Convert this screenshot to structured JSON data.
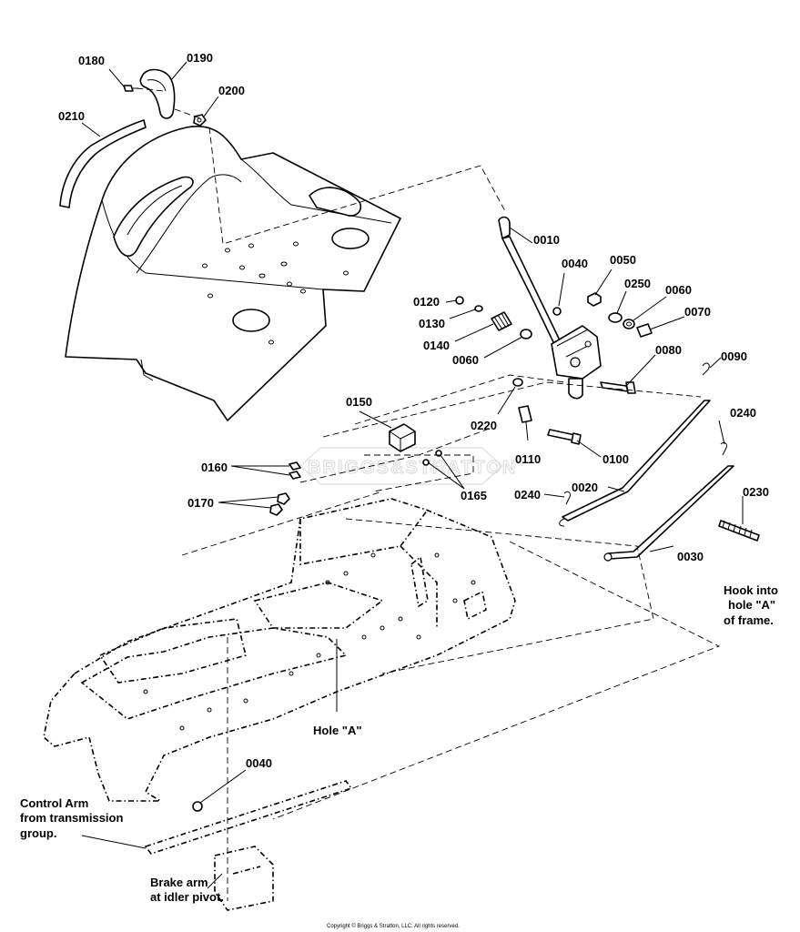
{
  "labels": {
    "p0180": "0180",
    "p0190": "0190",
    "p0200": "0200",
    "p0210": "0210",
    "p0010": "0010",
    "p0040a": "0040",
    "p0050": "0050",
    "p0250": "0250",
    "p0060a": "0060",
    "p0070": "0070",
    "p0120": "0120",
    "p0130": "0130",
    "p0140": "0140",
    "p0060b": "0060",
    "p0080": "0080",
    "p0090": "0090",
    "p0150": "0150",
    "p0220": "0220",
    "p0240a": "0240",
    "p0110": "0110",
    "p0100": "0100",
    "p0160": "0160",
    "p0165": "0165",
    "p0020": "0020",
    "p0240b": "0240",
    "p0170": "0170",
    "p0230": "0230",
    "p0030": "0030",
    "p0040b": "0040"
  },
  "notes": {
    "hook_line1": "Hook into",
    "hook_line2": "hole \"A\"",
    "hook_line3": "of frame.",
    "hole_a": "Hole \"A\"",
    "control_line1": "Control Arm",
    "control_line2": "from transmission",
    "control_line3": "group.",
    "brake_line1": "Brake arm",
    "brake_line2": "at idler pivot."
  },
  "watermark": "BRIGGS&STRATTON",
  "copyright": "Copyright © Briggs & Stratton, LLC. All rights reserved."
}
